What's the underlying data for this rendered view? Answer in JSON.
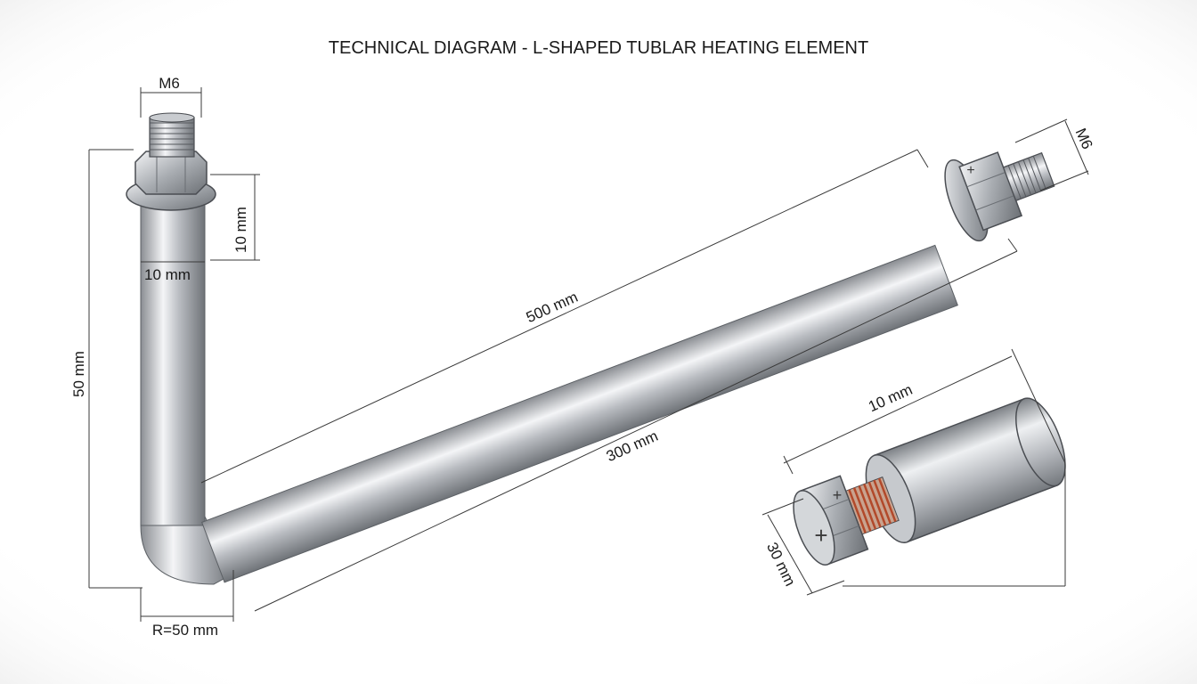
{
  "title": "TECHNICAL DIAGRAM - L-SHAPED TUBLAR HEATING ELEMENT",
  "dimensions": {
    "thread_top": "M6",
    "thread_right": "M6",
    "nut_height": "10 mm",
    "tube_diameter": "10 mm",
    "vertical_leg": "50 mm",
    "long_leg": "500 mm",
    "inner_leg": "300 mm",
    "bend_radius": "R=50 mm",
    "detail_length": "10 mm",
    "detail_height": "30 mm"
  },
  "colors": {
    "line": "#3a3a3a",
    "steel_dark": "#7c8086",
    "steel_light": "#f2f3f5",
    "copper": "#b2492a"
  }
}
